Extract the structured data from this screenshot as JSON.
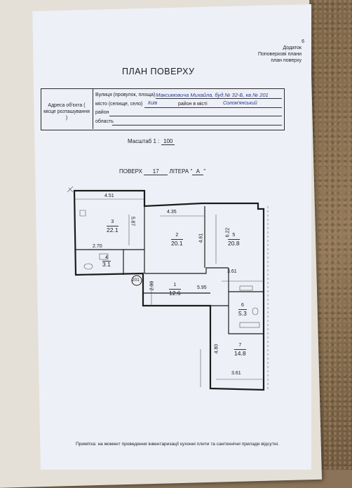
{
  "header": {
    "appendix_lines": [
      "Додаток",
      "Поповерхові плани",
      "план поверху"
    ],
    "page_mark": "6"
  },
  "title": "ПЛАН ПОВЕРХУ",
  "address": {
    "label": "Адреса об'єкта ( місце розташування )",
    "street_prefix": "Вулиця (провулок, площа)",
    "street_value": "Максимовича Михайла, буд.№ 32-Б, кв.№ 201",
    "city_prefix": "місто (селище, село)",
    "city_value": "Київ",
    "district_city_prefix": "район в місті",
    "district_city_value": "Солом'янський",
    "district_label": "район",
    "region_label": "область"
  },
  "scale": {
    "label": "Масштаб 1 :",
    "value": "100"
  },
  "floor": {
    "prefix": "ПОВЕРХ",
    "number": "17",
    "litera_prefix": "ЛІТЕРА \"",
    "litera": "А",
    "litera_suffix": "\""
  },
  "apartment_mark": "201",
  "rooms": [
    {
      "num": "1",
      "area": "12.6"
    },
    {
      "num": "2",
      "area": "20.1"
    },
    {
      "num": "3",
      "area": "22.1"
    },
    {
      "num": "4",
      "area": "3.1"
    },
    {
      "num": "5",
      "area": "20.8"
    },
    {
      "num": "6",
      "area": "5.3"
    },
    {
      "num": "7",
      "area": "14.8"
    }
  ],
  "dimensions": [
    "4.51",
    "5.87",
    "2.70",
    "4.35",
    "4.61",
    "6.22",
    "3.61",
    "2.00",
    "5.95",
    "4.80",
    "3.61"
  ],
  "footnote": "Примітка: на момент проведення інвентаризації кухонні плити та сантехнічні прилади відсутні."
}
